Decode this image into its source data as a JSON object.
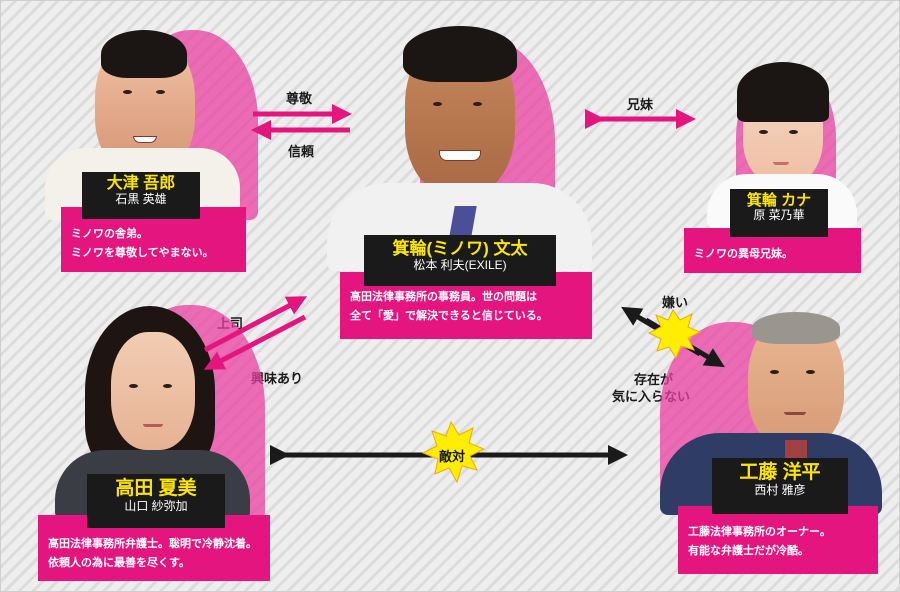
{
  "characters": {
    "otsu": {
      "name": "大津 吾郎",
      "actor": "石黒 英雄",
      "desc": [
        "ミノワの舎弟。",
        "ミノワを尊敬してやまない。"
      ]
    },
    "minowa": {
      "name": "箕輪(ミノワ) 文太",
      "actor": "松本 利夫(EXILE)",
      "desc": [
        "高田法律事務所の事務員。世の問題は",
        "全て「愛」で解決できると信じている。"
      ]
    },
    "kana": {
      "name": "箕輪 カナ",
      "actor": "原 菜乃華",
      "desc": [
        "ミノワの異母兄妹。"
      ]
    },
    "takada": {
      "name": "高田 夏美",
      "actor": "山口 紗弥加",
      "desc": [
        "高田法律事務所弁護士。聡明で冷静沈着。",
        "依頼人の為に最善を尽くす。"
      ]
    },
    "kudo": {
      "name": "工藤 洋平",
      "actor": "西村 雅彦",
      "desc": [
        "工藤法律事務所のオーナー。",
        "有能な弁護士だが冷酷。"
      ]
    }
  },
  "relations": {
    "sonkei": "尊敬",
    "shinrai": "信頼",
    "kyoudai": "兄妹",
    "joushi": "上司",
    "kyoumi": "興味あり",
    "kirai": "嫌い",
    "sonzai_1": "存在が",
    "sonzai_2": "気に入らない",
    "tekitai": "敵対"
  },
  "colors": {
    "accent": "#e5157f",
    "name_box": "#1a1a1a",
    "name_text": "#ffe600",
    "burst": "#ffee00"
  }
}
